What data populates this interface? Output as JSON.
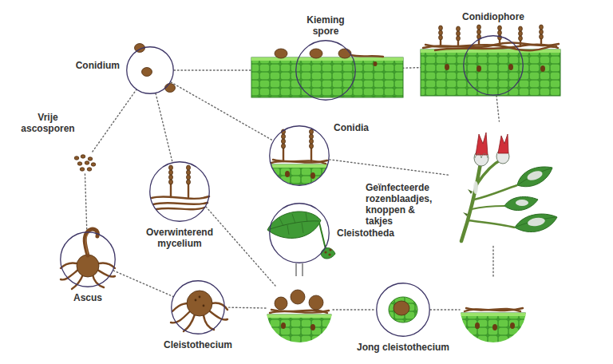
{
  "diagram": {
    "nodes": [
      {
        "text": [
          "Conidium"
        ]
      },
      {
        "text": [
          "Kieming spore"
        ]
      },
      {
        "text": [
          "Conidiophore"
        ]
      },
      {
        "text": [
          "Vrije ascosporen"
        ]
      },
      {
        "text": [
          "Conidia"
        ]
      },
      {
        "text": [
          "Geïnfecteerde rozenblaadjes, knoppen & takjes"
        ]
      },
      {
        "text": [
          "Overwinterend mycelium"
        ]
      },
      {
        "text": [
          "Cleistotheda"
        ]
      },
      {
        "text": [
          "Ascus"
        ]
      },
      {
        "text": [
          "Cleistothecium"
        ]
      },
      {
        "text": [
          "Jong cleistothecium"
        ]
      }
    ],
    "edges": [
      {
        "from": 0,
        "to": 1,
        "arrow": "none"
      },
      {
        "from": 1,
        "to": 2,
        "arrow": "none"
      },
      {
        "from": 2,
        "to": 5,
        "arrow": "none"
      },
      {
        "from": 0,
        "to": 4,
        "arrow": "none"
      },
      {
        "from": 4,
        "to": 5,
        "arrow": "none"
      },
      {
        "from": 0,
        "to": 6,
        "arrow": "none"
      },
      {
        "from": 3,
        "to": 0,
        "arrow": "none"
      },
      {
        "from": 3,
        "to": 8,
        "arrow": "none"
      },
      {
        "from": 8,
        "to": 9,
        "arrow": "none"
      }
    ]
  }
}
